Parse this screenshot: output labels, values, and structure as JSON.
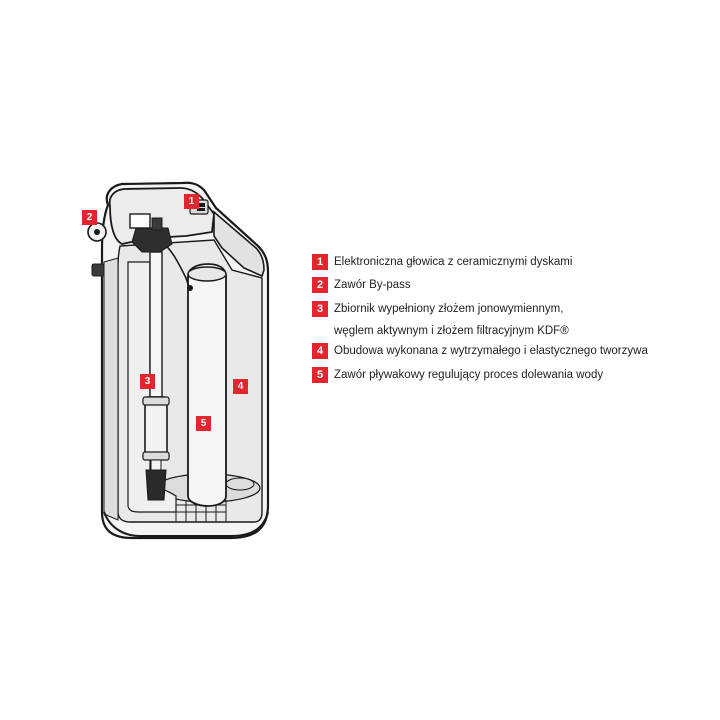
{
  "colors": {
    "marker": "#e3262e",
    "outline": "#1a1a1a",
    "housing": "#f4f4f4",
    "interior": "#e6e6e6",
    "cap": "#dcdcdc"
  },
  "markers": {
    "m1": "1",
    "m2": "2",
    "m3": "3",
    "m4": "4",
    "m5": "5"
  },
  "legend": [
    {
      "number": "1",
      "lines": [
        "Elektroniczna głowica z ceramicznymi dyskami"
      ]
    },
    {
      "number": "2",
      "lines": [
        "Zawór By-pass"
      ]
    },
    {
      "number": "3",
      "lines": [
        "Zbiornik wypełniony złożem jonowymiennym,",
        "węglem aktywnym i złożem filtracyjnym KDF®"
      ]
    },
    {
      "number": "4",
      "lines": [
        "Obudowa wykonana z wytrzymałego i elastycznego tworzywa"
      ]
    },
    {
      "number": "5",
      "lines": [
        "Zawór pływakowy regulujący proces dolewania wody"
      ]
    }
  ]
}
